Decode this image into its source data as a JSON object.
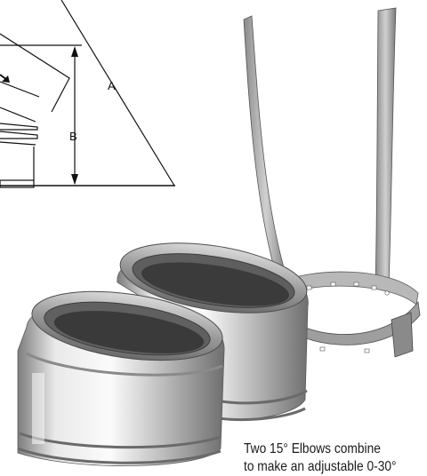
{
  "diagram": {
    "label_a": "A",
    "label_b": "B"
  },
  "caption": {
    "line1": "Two 15° Elbows combine",
    "line2": "to make an adjustable 0-30°"
  },
  "colors": {
    "steel_light": "#e4e4e4",
    "steel_dark": "#8d8d8d",
    "line_art": "#111111"
  },
  "icons": [
    "elbow-diagram",
    "steel-elbow",
    "wall-strap-bracket"
  ]
}
